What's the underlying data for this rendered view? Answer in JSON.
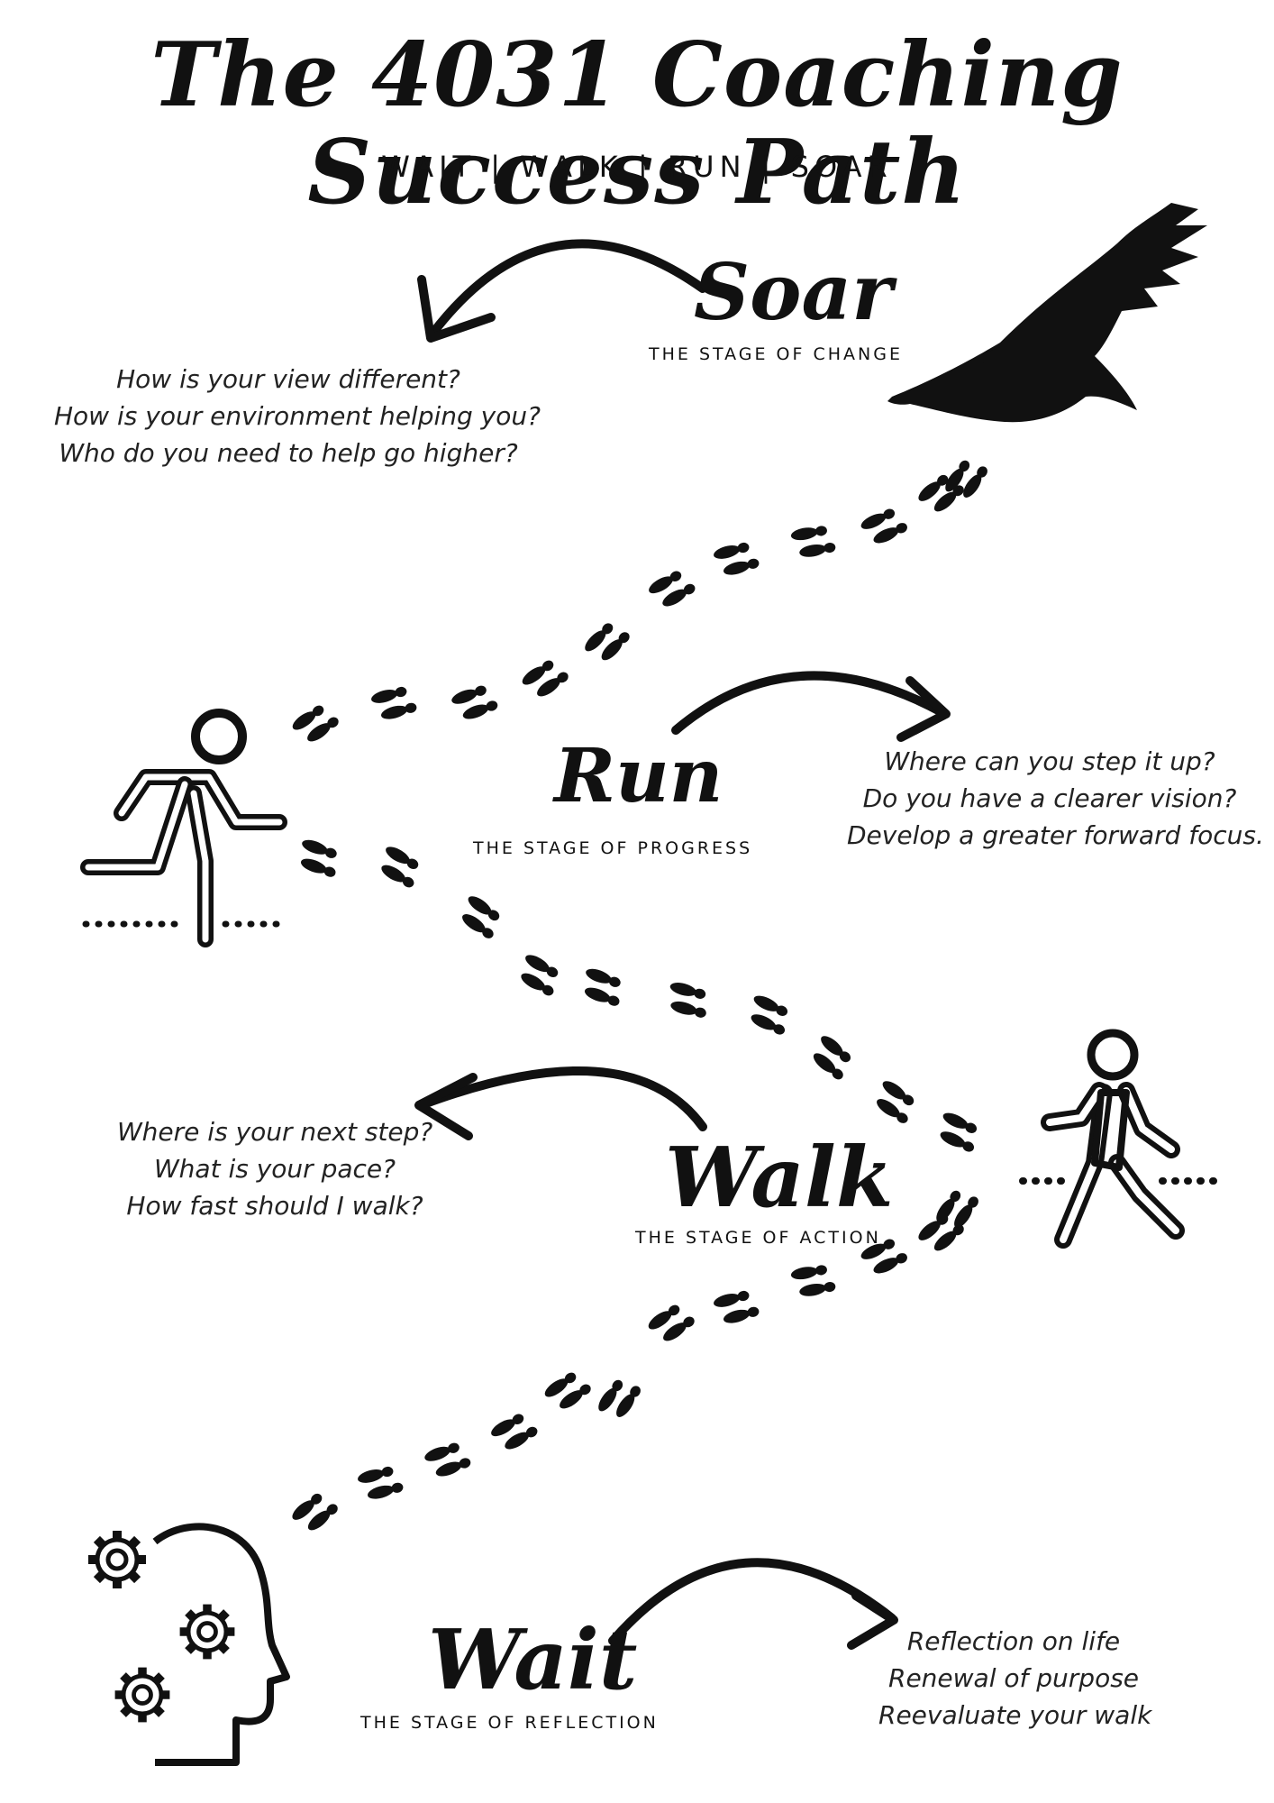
{
  "title": "The 4031 Coaching Success Path",
  "subtitle": "WAIT | WALK | RUN | SOAR",
  "stages": {
    "soar": {
      "name": "Soar",
      "caption": "THE STAGE OF CHANGE",
      "questions": [
        "How is your view different?",
        "How is your environment helping you?",
        "Who do you need to help go higher?"
      ],
      "icon": "eagle-icon"
    },
    "run": {
      "name": "Run",
      "caption": "THE STAGE OF PROGRESS",
      "questions": [
        "Where can you step it up?",
        "Do you have a clearer vision?",
        "Develop a greater forward focus."
      ],
      "icon": "runner-icon"
    },
    "walk": {
      "name": "Walk",
      "caption": "THE STAGE OF ACTION",
      "questions": [
        "Where is your next step?",
        "What is your pace?",
        "How fast should I walk?"
      ],
      "icon": "walker-icon"
    },
    "wait": {
      "name": "Wait",
      "caption": "THE STAGE OF REFLECTION",
      "questions": [
        "Reflection on life",
        "Renewal of purpose",
        "Reevaluate your walk"
      ],
      "icon": "head-gears-icon"
    }
  },
  "colors": {
    "ink": "#111111",
    "background": "#ffffff"
  }
}
